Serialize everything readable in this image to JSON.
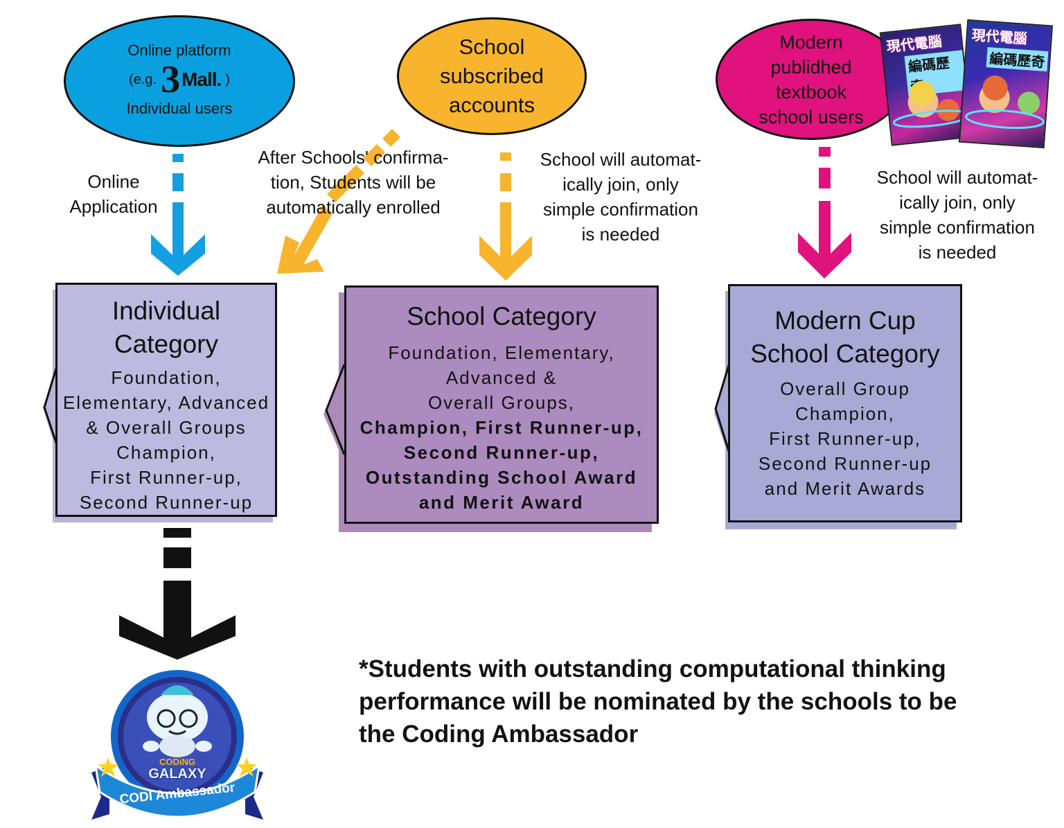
{
  "sources": {
    "online_platform": {
      "line1": "Online platform",
      "eg_prefix": "(e.g.",
      "logo_three": "3",
      "logo_mall": "Mall.",
      "eg_suffix": ")",
      "line3": "Individual users",
      "color": "#0aa0e0"
    },
    "school_accounts": {
      "line1": "School",
      "line2": "subscribed",
      "line3": "accounts",
      "color": "#f7b42c"
    },
    "textbook_users": {
      "line1": "Modern",
      "line2": "publidhed",
      "line3": "textbook",
      "line4": "school users",
      "color": "#e0127d"
    }
  },
  "books": {
    "title": "現代電腦",
    "subtitle_1": "編碼歷奇",
    "subtitle_2": "編碼歷奇"
  },
  "labels": {
    "online_application": [
      "Online",
      "Application"
    ],
    "after_school_confirmation": [
      "After Schools' confirma-",
      "tion, Students will be",
      "automatically enrolled"
    ],
    "school_auto_join_1": [
      "School will automat-",
      "ically join, only",
      "simple confirmation",
      "is needed"
    ],
    "school_auto_join_2": [
      "School will automat-",
      "ically join, only",
      "simple confirmation",
      "is needed"
    ]
  },
  "categories": {
    "individual": {
      "title": [
        "Individual",
        "Category"
      ],
      "body": [
        "Foundation,",
        "Elementary, Advanced",
        "& Overall Groups",
        "Champion,",
        "First Runner-up,",
        "Second Runner-up"
      ],
      "color": "#bdb9df"
    },
    "school": {
      "title": "School Category",
      "body": [
        "Foundation, Elementary,",
        "Advanced &",
        "Overall Groups,"
      ],
      "body_bold": [
        "Champion, First Runner-up,",
        "Second Runner-up,",
        "Outstanding School Award",
        "and Merit Award"
      ],
      "color": "#ac8bbf"
    },
    "modern_cup": {
      "title": [
        "Modern Cup",
        "School Category"
      ],
      "body": [
        "Overall Group",
        "Champion,",
        "First Runner-up,",
        "Second Runner-up",
        "and Merit Awards"
      ],
      "color": "#a9a9d6"
    }
  },
  "badge": {
    "logo_top": "CODiNG",
    "logo_bottom": "GALAXY",
    "ribbon": "CODI Ambassador"
  },
  "footnote": [
    "*Students with outstanding computational thinking",
    "performance will be nominated by the schools to be",
    "the Coding Ambassador"
  ]
}
